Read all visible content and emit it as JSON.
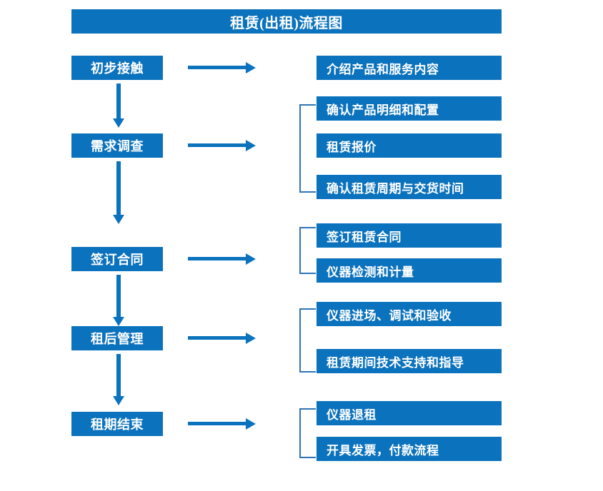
{
  "chart_data": {
    "type": "diagram",
    "title": "租赁(出租)流程图",
    "diagram_kind": "flowchart",
    "orientation": "vertical-stages-with-branches",
    "stages": [
      {
        "label": "初步接触",
        "details": [
          "介绍产品和服务内容"
        ],
        "bracketed": false
      },
      {
        "label": "需求调查",
        "details": [
          "确认产品明细和配置",
          "租赁报价",
          "确认租赁周期与交货时间"
        ],
        "bracketed": true
      },
      {
        "label": "签订合同",
        "details": [
          "签订租赁合同",
          "仪器检测和计量"
        ],
        "bracketed": true
      },
      {
        "label": "租后管理",
        "details": [
          "仪器进场、调试和验收",
          "租赁期间技术支持和指导"
        ],
        "bracketed": true
      },
      {
        "label": "租期结束",
        "details": [
          "仪器退租",
          "开具发票，付款流程"
        ],
        "bracketed": true
      }
    ],
    "colors": {
      "box_fill": "#0b72bd",
      "box_text": "#ffffff",
      "arrow": "#0b72bd",
      "bracket": "#2f74b5",
      "background": "#ffffff"
    }
  },
  "title": {
    "text": "租赁(出租)流程图"
  },
  "stages": [
    {
      "label": "初步接触"
    },
    {
      "label": "需求调查"
    },
    {
      "label": "签订合同"
    },
    {
      "label": "租后管理"
    },
    {
      "label": "租期结束"
    }
  ],
  "details": [
    {
      "label": "介绍产品和服务内容"
    },
    {
      "label": "确认产品明细和配置"
    },
    {
      "label": "租赁报价"
    },
    {
      "label": "确认租赁周期与交货时间"
    },
    {
      "label": "签订租赁合同"
    },
    {
      "label": "仪器检测和计量"
    },
    {
      "label": "仪器进场、调试和验收"
    },
    {
      "label": "租赁期间技术支持和指导"
    },
    {
      "label": "仪器退租"
    },
    {
      "label": "开具发票，付款流程"
    }
  ]
}
